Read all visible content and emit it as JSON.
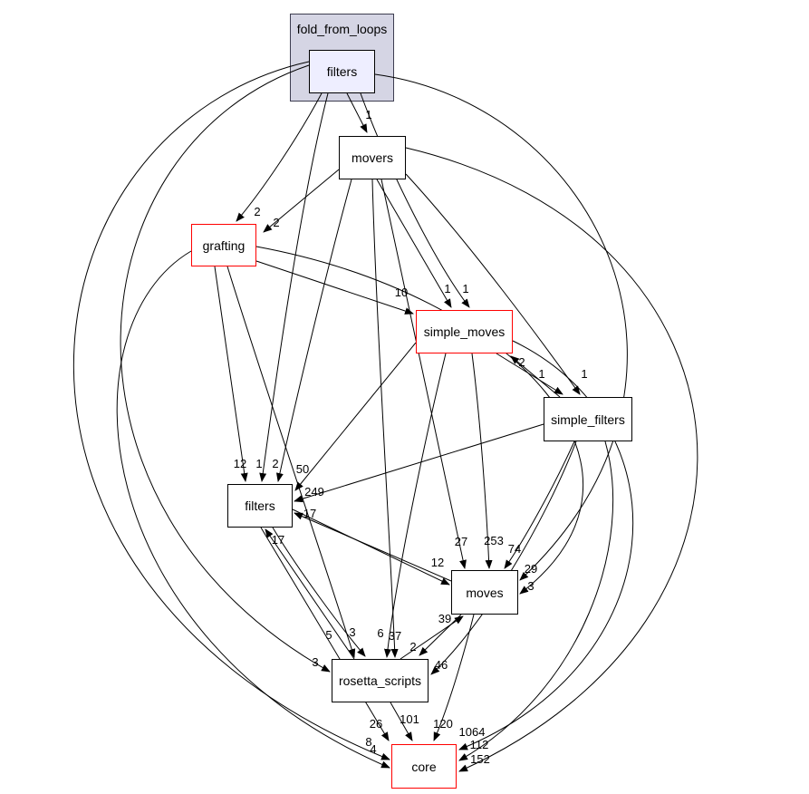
{
  "diagram": {
    "kind": "directory-dependency-graph",
    "cluster": {
      "label": "fold_from_loops"
    },
    "colors": {
      "cluster_fill": "#d5d5e4",
      "cluster_border": "#3d3d50",
      "focal_node_fill": "#eeeeff",
      "node_fill": "#ffffff",
      "node_border": "#000000",
      "truncated_node_border": "#ff0000",
      "edge": "#000000"
    }
  },
  "nodes": [
    {
      "id": "ffl_filters",
      "label": "filters",
      "style": "focal"
    },
    {
      "id": "movers",
      "label": "movers",
      "style": "normal"
    },
    {
      "id": "grafting",
      "label": "grafting",
      "style": "red"
    },
    {
      "id": "simple_moves",
      "label": "simple_moves",
      "style": "red"
    },
    {
      "id": "simple_filters",
      "label": "simple_filters",
      "style": "normal"
    },
    {
      "id": "filters",
      "label": "filters",
      "style": "normal"
    },
    {
      "id": "moves",
      "label": "moves",
      "style": "normal"
    },
    {
      "id": "rosetta_scripts",
      "label": "rosetta_scripts",
      "style": "normal"
    },
    {
      "id": "core",
      "label": "core",
      "style": "red"
    }
  ],
  "edges": [
    {
      "from": "ffl_filters",
      "to": "movers",
      "label": "1"
    },
    {
      "from": "ffl_filters",
      "to": "grafting",
      "label": "2"
    },
    {
      "from": "movers",
      "to": "grafting",
      "label": "2"
    },
    {
      "from": "grafting",
      "to": "simple_moves",
      "label": "10"
    },
    {
      "from": "movers",
      "to": "simple_moves",
      "label": "1"
    },
    {
      "from": "ffl_filters",
      "to": "simple_moves",
      "label": "1"
    },
    {
      "from": "simple_filters",
      "to": "simple_moves",
      "label": "2"
    },
    {
      "from": "simple_moves",
      "to": "simple_filters",
      "label": "1"
    },
    {
      "from": "movers",
      "to": "simple_filters",
      "label": "1"
    },
    {
      "from": "grafting",
      "to": "filters",
      "label": "12"
    },
    {
      "from": "ffl_filters",
      "to": "filters",
      "label": "1"
    },
    {
      "from": "movers",
      "to": "filters",
      "label": "2"
    },
    {
      "from": "simple_moves",
      "to": "filters",
      "label": "50"
    },
    {
      "from": "simple_filters",
      "to": "filters",
      "label": "249"
    },
    {
      "from": "moves",
      "to": "filters",
      "label": "17"
    },
    {
      "from": "rosetta_scripts",
      "to": "filters",
      "label": "17"
    },
    {
      "from": "movers",
      "to": "moves",
      "label": "27"
    },
    {
      "from": "simple_moves",
      "to": "moves",
      "label": "253"
    },
    {
      "from": "simple_filters",
      "to": "moves",
      "label": "74"
    },
    {
      "from": "filters",
      "to": "moves",
      "label": "12"
    },
    {
      "from": "ffl_filters",
      "to": "moves",
      "label": "29"
    },
    {
      "from": "grafting",
      "to": "moves",
      "label": "3"
    },
    {
      "from": "rosetta_scripts",
      "to": "moves",
      "label": "39"
    },
    {
      "from": "filters",
      "to": "rosetta_scripts",
      "label": "5"
    },
    {
      "from": "grafting",
      "to": "rosetta_scripts",
      "label": "3"
    },
    {
      "from": "simple_moves",
      "to": "rosetta_scripts",
      "label": "6"
    },
    {
      "from": "movers",
      "to": "rosetta_scripts",
      "label": "37"
    },
    {
      "from": "moves",
      "to": "rosetta_scripts",
      "label": "2"
    },
    {
      "from": "ffl_filters",
      "to": "rosetta_scripts",
      "label": "3"
    },
    {
      "from": "simple_filters",
      "to": "rosetta_scripts",
      "label": "46"
    },
    {
      "from": "filters",
      "to": "core",
      "label": "26"
    },
    {
      "from": "ffl_filters",
      "to": "core",
      "label": "8"
    },
    {
      "from": "grafting",
      "to": "core",
      "label": "4"
    },
    {
      "from": "rosetta_scripts",
      "to": "core",
      "label": "101"
    },
    {
      "from": "moves",
      "to": "core",
      "label": "120"
    },
    {
      "from": "simple_moves",
      "to": "core",
      "label": "1064"
    },
    {
      "from": "simple_filters",
      "to": "core",
      "label": "112"
    },
    {
      "from": "movers",
      "to": "core",
      "label": "152"
    }
  ]
}
